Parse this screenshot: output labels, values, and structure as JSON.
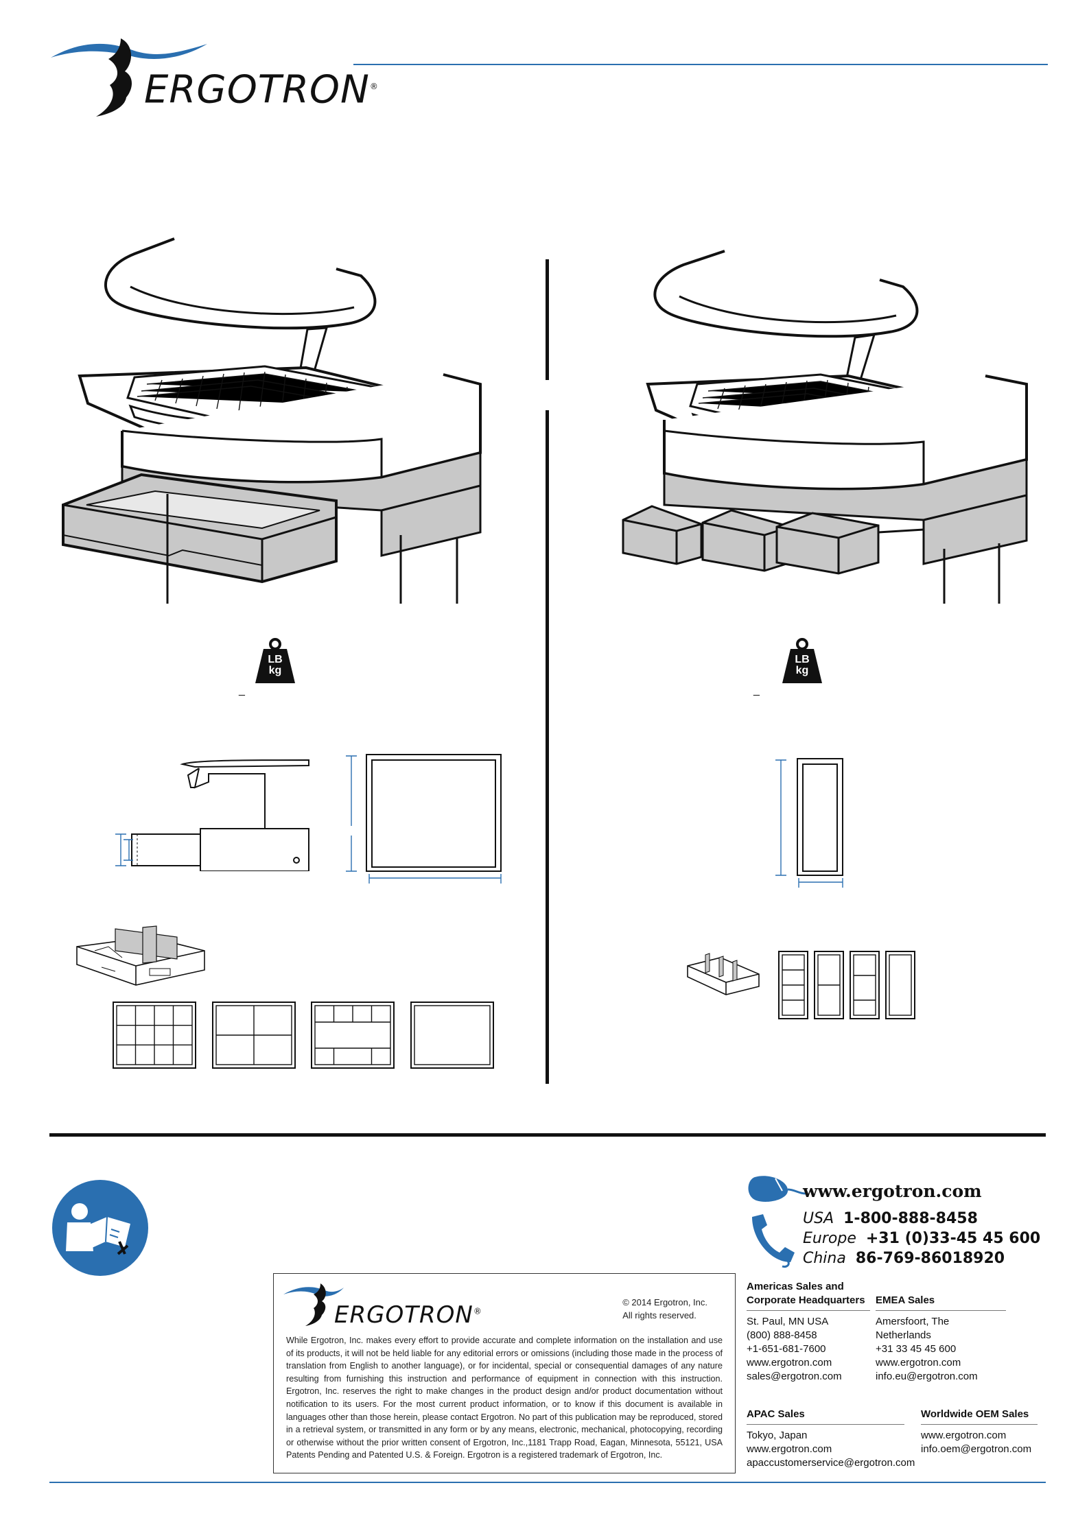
{
  "brand": {
    "name": "ERGOTRON",
    "registered_mark": "®",
    "blue": "#2a6fb0",
    "dark": "#111111"
  },
  "illustrations": {
    "left_weight_icon": {
      "line1": "LB",
      "line2": "kg",
      "underscore": "_"
    },
    "right_weight_icon": {
      "line1": "LB",
      "line2": "kg",
      "underscore": "_"
    }
  },
  "footer": {
    "instruction_icon": "read-manual-icon",
    "contact": {
      "mouse_icon": "mouse-icon",
      "phone_icon": "phone-icon",
      "website": "www.ergotron.com",
      "phones": [
        {
          "label": "USA",
          "number": "1-800-888-8458"
        },
        {
          "label": "Europe",
          "number": "+31 (0)33-45 45 600"
        },
        {
          "label": "China",
          "number": "86-769-86018920"
        }
      ]
    },
    "legal": {
      "copyright_line1": "© 2014 Ergotron, Inc.",
      "copyright_line2": "All rights reserved.",
      "disclaimer": "While Ergotron, Inc. makes every effort to provide accurate and complete information on the installation and use of its products, it will not be held liable for any editorial errors or omissions (including those made in the process of translation from English to another language), or for incidental, special or consequential damages of any nature resulting from furnishing this instruction and performance of equipment in connection with this instruction. Ergotron, Inc. reserves the right to make changes in the product design and/or product documentation without notification to its users. For the most current product information, or to know if this document is available in languages other than those herein, please contact Ergotron. No part of this publication may be reproduced, stored in a retrieval system, or transmitted in any form or by any means, electronic, mechanical, photocopying, recording or otherwise without the prior written consent of Ergotron, Inc.,1181 Trapp Road, Eagan, Minnesota, 55121, USA Patents Pending and Patented U.S. & Foreign. Ergotron is a registered trademark of Ergotron, Inc."
    },
    "sales": {
      "americas": {
        "heading_line1": "Americas Sales and",
        "heading_line2": "Corporate Headquarters",
        "lines": [
          "St. Paul, MN USA",
          "(800) 888-8458",
          "+1-651-681-7600",
          "www.ergotron.com",
          "sales@ergotron.com"
        ]
      },
      "emea": {
        "heading": "EMEA Sales",
        "lines": [
          "Amersfoort, The Netherlands",
          "+31 33 45 45 600",
          "www.ergotron.com",
          "info.eu@ergotron.com"
        ]
      },
      "apac": {
        "heading": "APAC Sales",
        "lines": [
          "Tokyo, Japan",
          "www.ergotron.com",
          "apaccustomerservice@ergotron.com"
        ]
      },
      "oem": {
        "heading": "Worldwide OEM Sales",
        "lines": [
          "www.ergotron.com",
          "info.oem@ergotron.com"
        ]
      }
    }
  }
}
